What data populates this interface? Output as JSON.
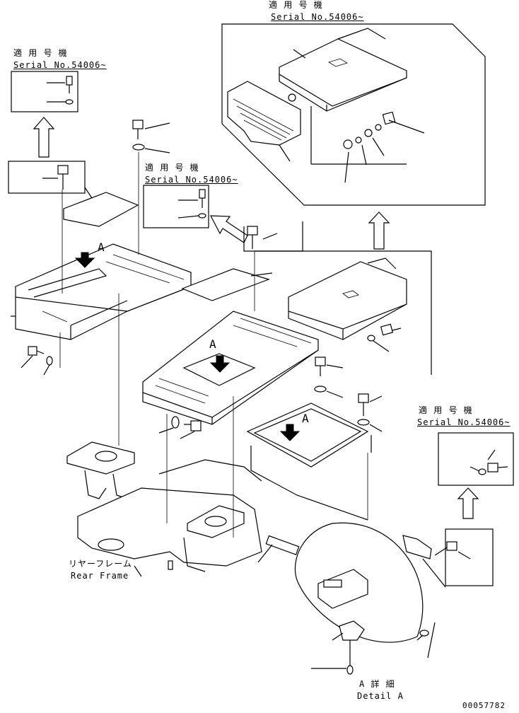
{
  "labels": {
    "applicable_model_jp": "適 用 号 機",
    "serial_no": "Serial No.54006~",
    "letter_a": "A",
    "rear_frame_jp": "リヤーフレーム",
    "rear_frame_en": "Rear Frame",
    "detail_a_jp": "A 詳 細",
    "detail_a_en": "Detail A",
    "drawing_number": "00057782"
  }
}
